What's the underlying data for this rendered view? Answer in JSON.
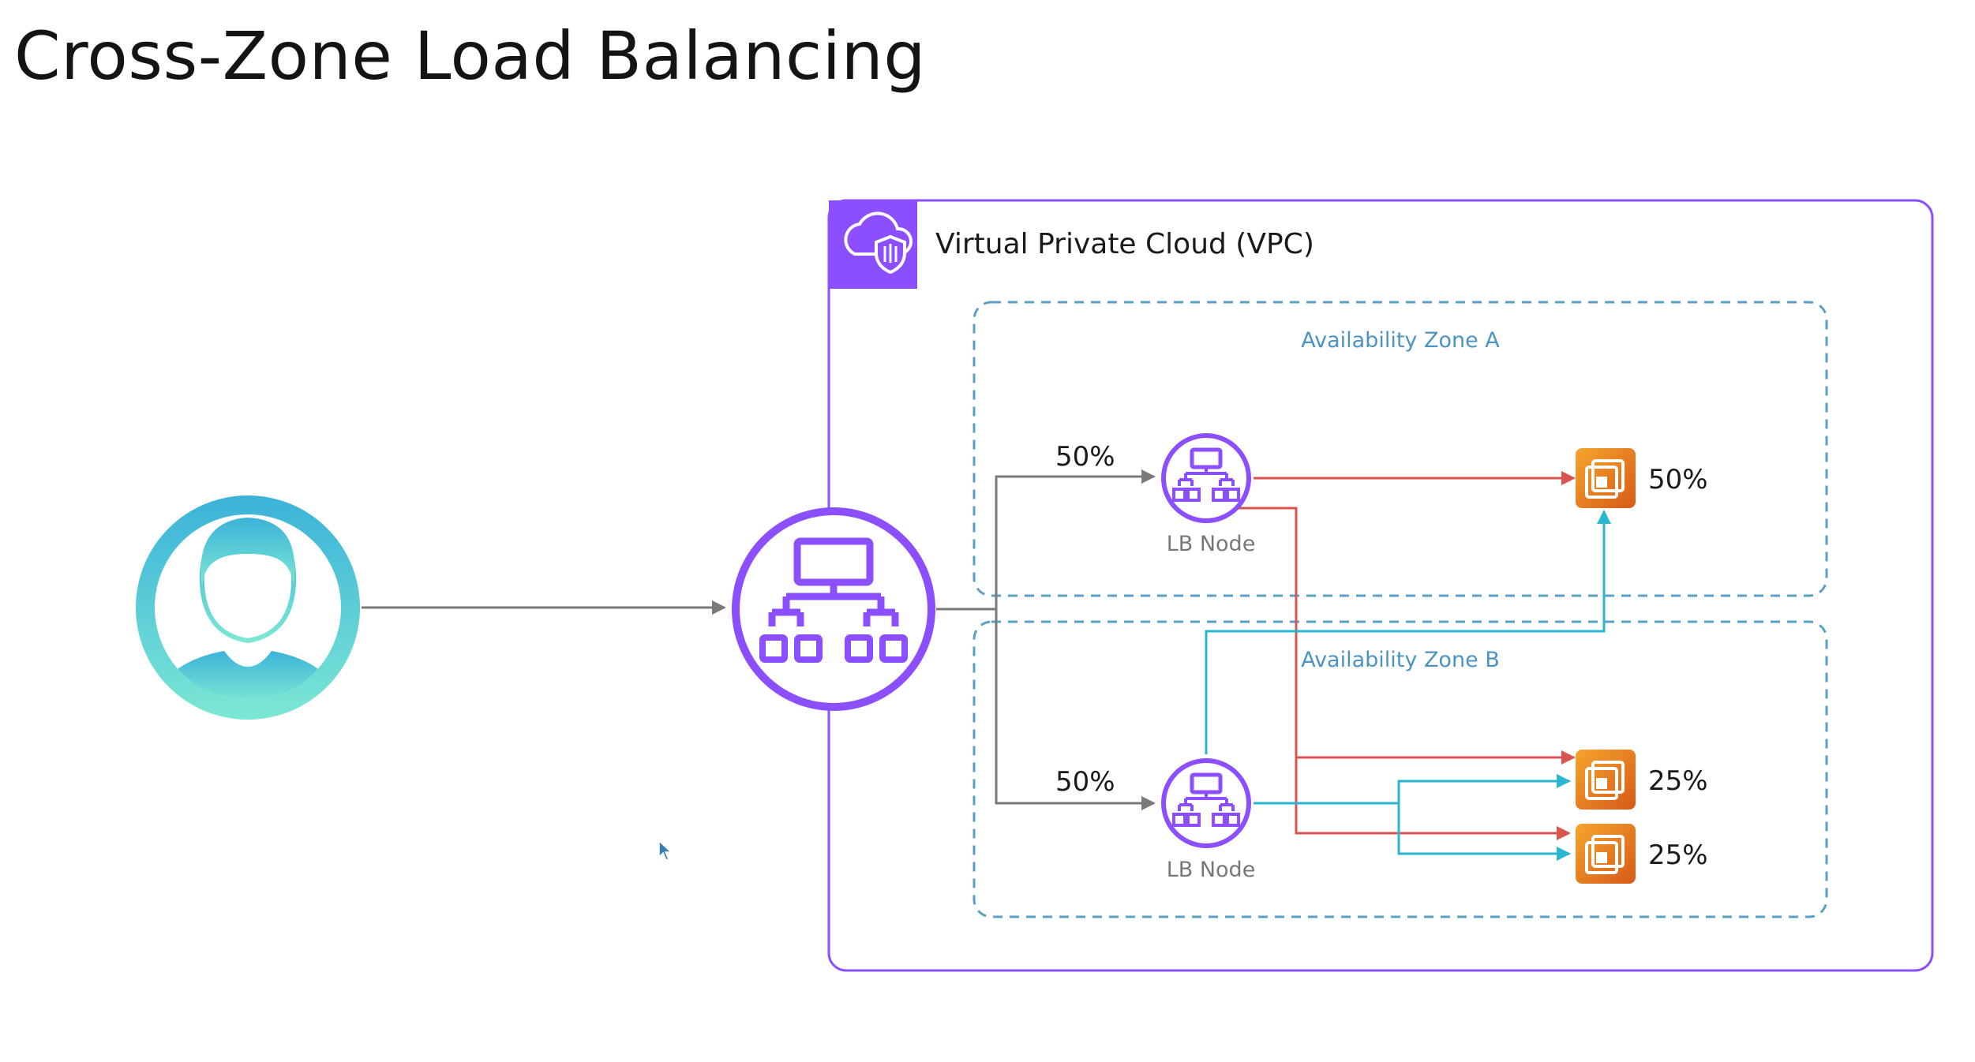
{
  "slide": {
    "title": "Cross-Zone Load Balancing"
  },
  "vpc": {
    "label": "Virtual Private Cloud (VPC)",
    "icon": "vpc-cloud-shield-icon"
  },
  "zones": [
    {
      "label": "Availability Zone A"
    },
    {
      "label": "Availability Zone B"
    }
  ],
  "load_balancer": {
    "icon": "load-balancer-icon"
  },
  "client": {
    "icon": "user-avatar-icon"
  },
  "lb_nodes": [
    {
      "label": "LB Node",
      "incoming_share": "50%",
      "icon": "lb-node-icon"
    },
    {
      "label": "LB Node",
      "incoming_share": "50%",
      "icon": "lb-node-icon"
    }
  ],
  "instances": [
    {
      "share": "50%",
      "zone": "Availability Zone A",
      "icon": "ec2-instance-icon"
    },
    {
      "share": "25%",
      "zone": "Availability Zone B",
      "icon": "ec2-instance-icon"
    },
    {
      "share": "25%",
      "zone": "Availability Zone B",
      "icon": "ec2-instance-icon"
    }
  ],
  "colors": {
    "vpc_purple": "#8c4fff",
    "zone_dash": "#5aa0c6",
    "zone_text": "#4a94c4",
    "gray_arrow": "#7a7a7a",
    "red_flow": "#d9534f",
    "blue_flow": "#2ab5d1",
    "instance_orange_top": "#f39a2a",
    "instance_orange_bottom": "#d9661a",
    "avatar_top": "#3bb3d9",
    "avatar_bottom": "#7ce7d4"
  }
}
